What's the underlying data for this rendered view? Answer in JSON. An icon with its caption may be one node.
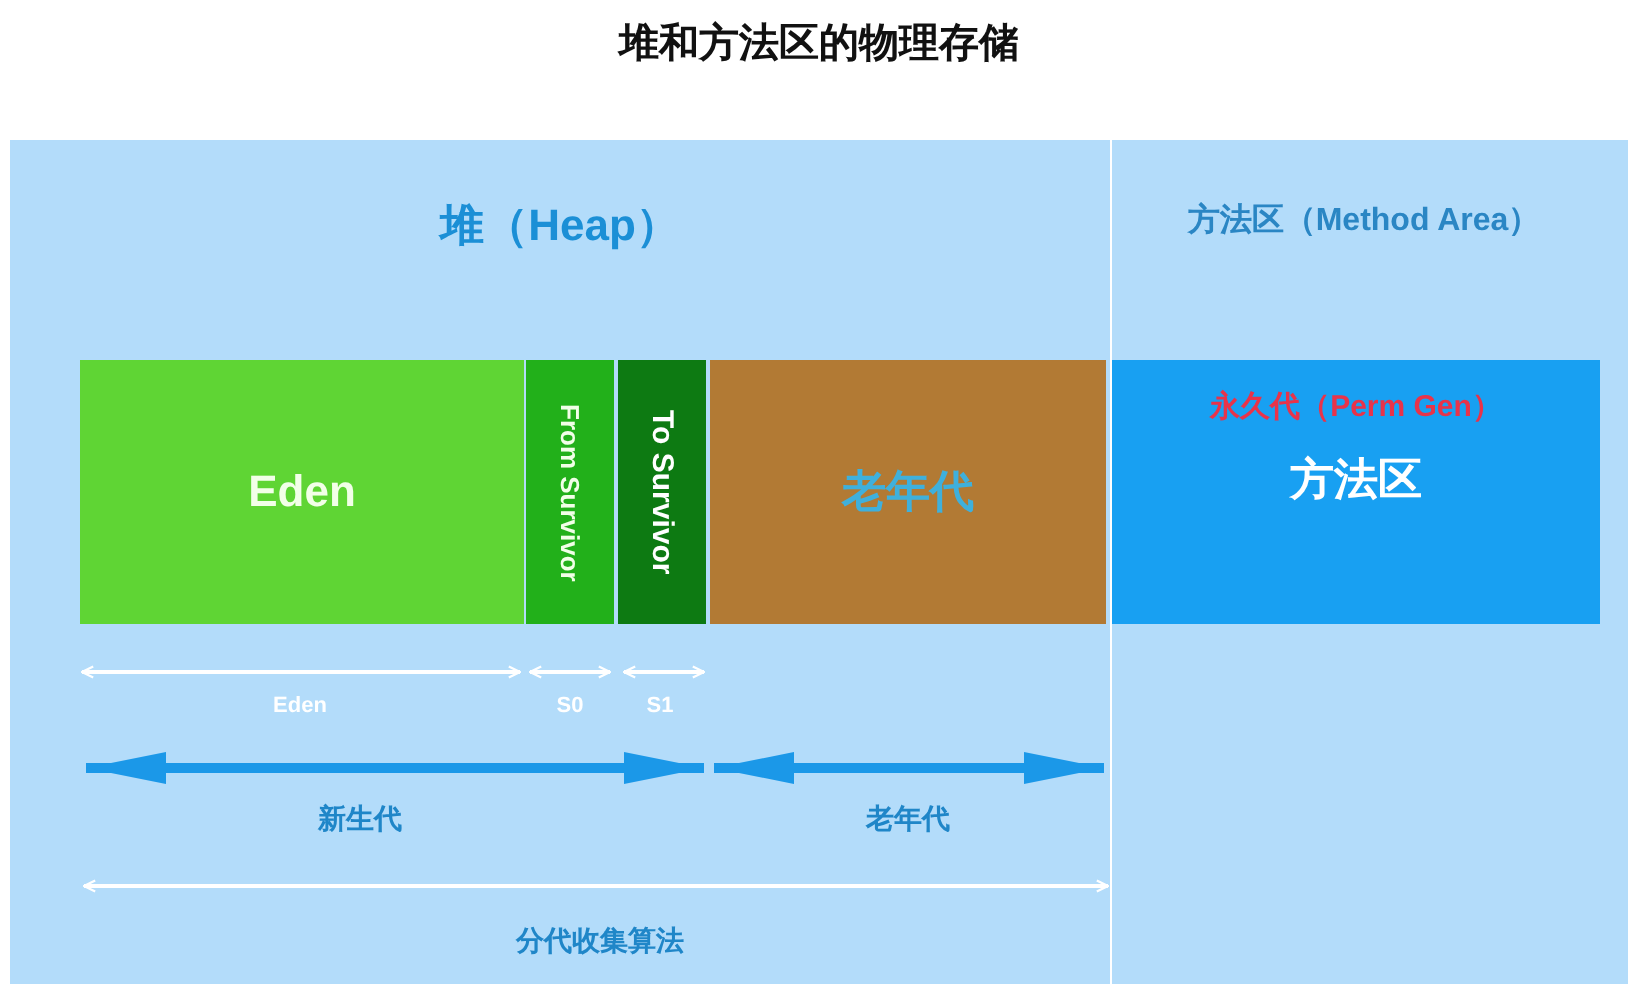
{
  "diagram": {
    "title": "堆和方法区的物理存储",
    "nodes": [
      {
        "text": [
          "堆（Heap）"
        ]
      },
      {
        "text": [
          "方法区（Method Area）"
        ]
      },
      {
        "text": [
          "Eden"
        ],
        "in": 0
      },
      {
        "text": [
          "From Survivor"
        ],
        "in": 0
      },
      {
        "text": [
          "To Survivor"
        ],
        "in": 0
      },
      {
        "text": [
          "老年代"
        ],
        "in": 0
      },
      {
        "text": [
          "永久代（Perm Gen）",
          "方法区"
        ],
        "in": 1
      }
    ],
    "labels": [
      "Eden",
      "S0",
      "S1",
      "新生代",
      "老年代",
      "分代收集算法"
    ]
  }
}
